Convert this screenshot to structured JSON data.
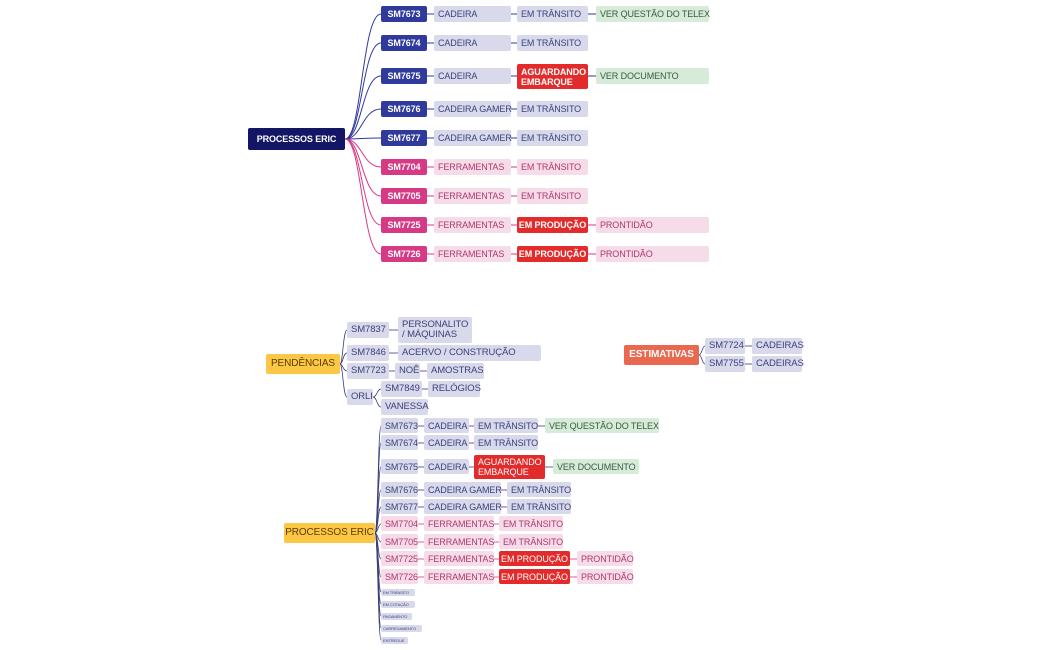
{
  "map1": {
    "root": "PROCESSOS ERIC",
    "rows": [
      {
        "code": "SM7673",
        "item": "CADEIRA",
        "status": "EM TRÂNSITO",
        "note": "VER QUESTÃO DO TELEX"
      },
      {
        "code": "SM7674",
        "item": "CADEIRA",
        "status": "EM TRÂNSITO"
      },
      {
        "code": "SM7675",
        "item": "CADEIRA",
        "status": "AGUARDANDO EMBARQUE",
        "note": "VER DOCUMENTO"
      },
      {
        "code": "SM7676",
        "item": "CADEIRA GAMER",
        "status": "EM TRÂNSITO"
      },
      {
        "code": "SM7677",
        "item": "CADEIRA GAMER",
        "status": "EM TRÂNSITO"
      },
      {
        "code": "SM7704",
        "item": "FERRAMENTAS",
        "status": "EM TRÂNSITO"
      },
      {
        "code": "SM7705",
        "item": "FERRAMENTAS",
        "status": "EM TRÂNSITO"
      },
      {
        "code": "SM7725",
        "item": "FERRAMENTAS",
        "status": "EM PRODUÇÃO",
        "note": "PRONTIDÃO"
      },
      {
        "code": "SM7726",
        "item": "FERRAMENTAS",
        "status": "EM PRODUÇÃO",
        "note": "PRONTIDÃO"
      }
    ]
  },
  "pendencias": {
    "root": "PENDÊNCIAS",
    "rows": [
      {
        "code": "SM7837",
        "detail": "PERSONALITO / MÁQUINAS"
      },
      {
        "code": "SM7846",
        "detail": "ACERVO / CONSTRUÇÃO"
      },
      {
        "code": "SM7723",
        "who": "NOÊ",
        "detail": "AMOSTRAS"
      }
    ],
    "orli": {
      "label": "ORLI",
      "children": [
        {
          "code": "SM7849",
          "detail": "RELÓGIOS"
        },
        {
          "label": "VANESSA"
        }
      ]
    }
  },
  "estimativas": {
    "root": "ESTIMATIVAS",
    "rows": [
      {
        "code": "SM7724",
        "detail": "CADEIRAS"
      },
      {
        "code": "SM7755",
        "detail": "CADEIRAS"
      }
    ]
  },
  "map2": {
    "root": "PROCESSOS ERIC",
    "rows": [
      {
        "code": "SM7673",
        "item": "CADEIRA",
        "status": "EM TRÂNSITO",
        "note": "VER QUESTÃO DO TELEX"
      },
      {
        "code": "SM7674",
        "item": "CADEIRA",
        "status": "EM TRÂNSITO"
      },
      {
        "code": "SM7675",
        "item": "CADEIRA",
        "status": "AGUARDANDO EMBARQUE",
        "note": "VER DOCUMENTO"
      },
      {
        "code": "SM7676",
        "item": "CADEIRA GAMER",
        "status": "EM TRÂNSITO"
      },
      {
        "code": "SM7677",
        "item": "CADEIRA GAMER",
        "status": "EM TRÂNSITO"
      },
      {
        "code": "SM7704",
        "item": "FERRAMENTAS",
        "status": "EM TRÂNSITO"
      },
      {
        "code": "SM7705",
        "item": "FERRAMENTAS",
        "status": "EM TRÂNSITO"
      },
      {
        "code": "SM7725",
        "item": "FERRAMENTAS",
        "status": "EM PRODUÇÃO",
        "note": "PRONTIDÃO"
      },
      {
        "code": "SM7726",
        "item": "FERRAMENTAS",
        "status": "EM PRODUÇÃO",
        "note": "PRONTIDÃO"
      }
    ],
    "legend": [
      "EM TRÂNSITO",
      "EM COTAÇÃO",
      "PAGAMENTO",
      "CARREGAMENTO",
      "ENTREGUE"
    ]
  },
  "colors": {
    "root_navy": "#131664",
    "blue_branch": "#2f3a9c",
    "pink_branch": "#d63a84",
    "lavender": "#d8daeb",
    "pink_light": "#f5dce8",
    "green_light": "#d6ebd8",
    "alert_red": "#e32b2b",
    "yellow": "#fcc744",
    "orange": "#e8694f"
  }
}
